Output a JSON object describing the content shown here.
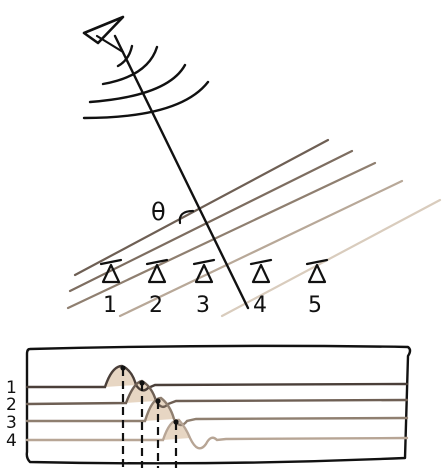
{
  "angle_label": "θ",
  "receivers": [
    {
      "label": "1"
    },
    {
      "label": "2"
    },
    {
      "label": "3"
    },
    {
      "label": "4"
    },
    {
      "label": "5"
    }
  ],
  "trace_labels": [
    "1",
    "2",
    "3",
    "4"
  ],
  "colors": {
    "ink": "#111111",
    "wavefront_dark": "#6e5f54",
    "wavefront_mid": "#8f7f70",
    "wavefront_light": "#b8a898",
    "wavefront_pale": "#d9ccbd",
    "pulse_fill": "#e7d6c3",
    "trace_1": "#4a3f39",
    "trace_2": "#6e5f54",
    "trace_3": "#8f7f70",
    "trace_4": "#b7a595"
  },
  "icons": [
    "radar-dish-icon",
    "signal-arcs-icon",
    "receiver-icon"
  ]
}
